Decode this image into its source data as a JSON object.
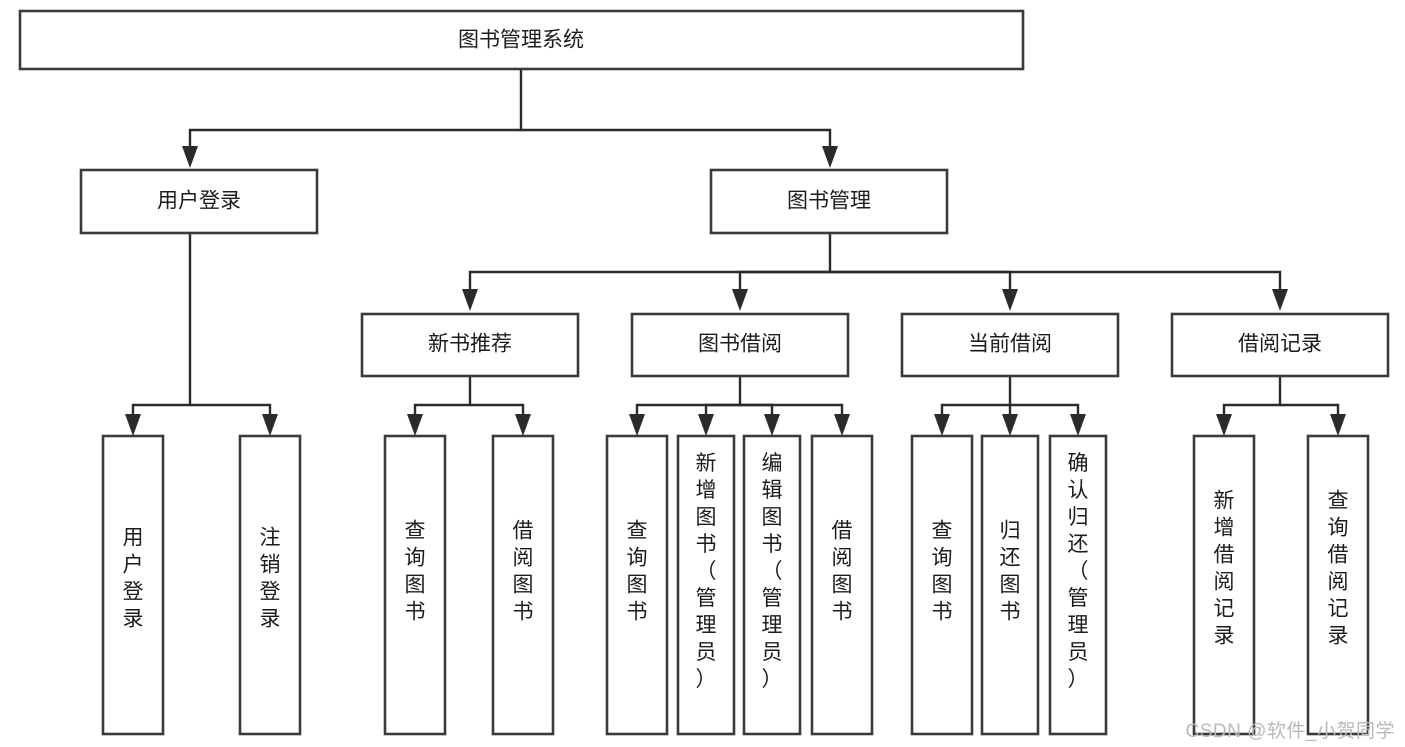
{
  "diagram": {
    "title": "图书管理系统",
    "watermark": "CSDN @软件_小贺同学",
    "colors": {
      "box_stroke": "#3a3a3a",
      "connector": "#2b2b2b",
      "text": "#1c1c1c",
      "background": "#ffffff",
      "watermark": "#b9b9b9"
    },
    "levels": {
      "root": {
        "label": "图书管理系统"
      },
      "level2": [
        {
          "label": "用户登录"
        },
        {
          "label": "图书管理"
        }
      ],
      "level3": [
        {
          "label": "新书推荐"
        },
        {
          "label": "图书借阅"
        },
        {
          "label": "当前借阅"
        },
        {
          "label": "借阅记录"
        }
      ],
      "leaves": {
        "user_login": [
          {
            "label": "用户登录"
          },
          {
            "label": "注销登录"
          }
        ],
        "new_book_recommend": [
          {
            "label": "查询图书"
          },
          {
            "label": "借阅图书"
          }
        ],
        "book_borrow": [
          {
            "label": "查询图书"
          },
          {
            "label": "新增图书（管理员）"
          },
          {
            "label": "编辑图书（管理员）"
          },
          {
            "label": "借阅图书"
          }
        ],
        "current_borrow": [
          {
            "label": "查询图书"
          },
          {
            "label": "归还图书"
          },
          {
            "label": "确认归还（管理员）"
          }
        ],
        "borrow_record": [
          {
            "label": "新增借阅记录"
          },
          {
            "label": "查询借阅记录"
          }
        ]
      }
    }
  }
}
